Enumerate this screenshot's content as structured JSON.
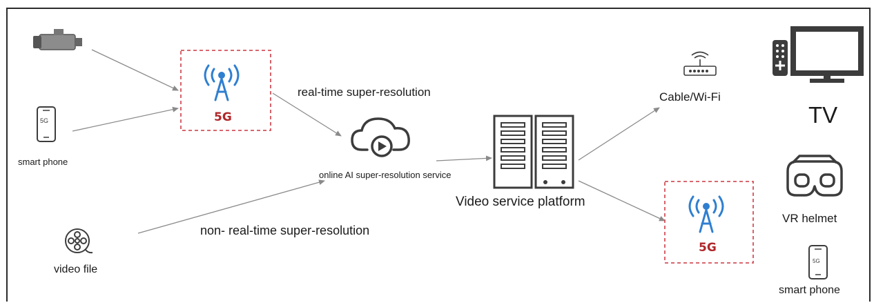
{
  "labels": {
    "camera": "",
    "smart_phone_left": "smart phone",
    "video_file": "video file",
    "five_g_left": "5G",
    "five_g_right": "5G",
    "real_time": "real-time super-resolution",
    "non_real_time": "non- real-time super-resolution",
    "ai_service": "online AI super-resolution service",
    "platform": "Video service platform",
    "cable_wifi": "Cable/Wi-Fi",
    "tv": "TV",
    "vr_helmet": "VR helmet",
    "smart_phone_right": "smart phone",
    "phone_screen_text": "5G"
  },
  "colors": {
    "border": "#2b2b2b",
    "arrow": "#8a8a8a",
    "dashed_box": "#d2525a",
    "five_g_text": "#b0272a",
    "antenna": "#2f7fd0",
    "icon": "#3c3c3c"
  },
  "icons": [
    "camera-icon",
    "smartphone-icon",
    "film-reel-icon",
    "antenna-icon",
    "cloud-ai-icon",
    "server-rack-icon",
    "router-icon",
    "tv-icon",
    "remote-icon",
    "vr-headset-icon"
  ]
}
